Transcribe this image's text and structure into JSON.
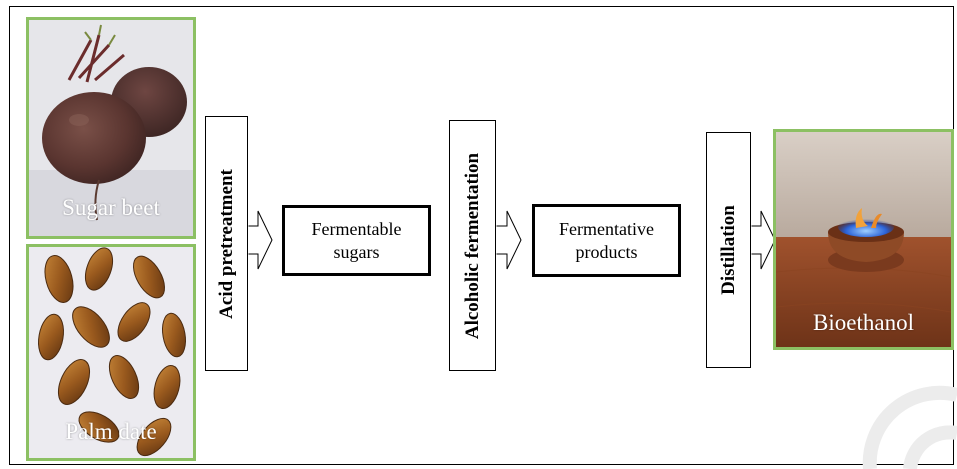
{
  "photos": {
    "sugar_beet": "Sugar beet",
    "palm_date": "Palm date",
    "bioethanol": "Bioethanol"
  },
  "steps": {
    "acid_pretreatment": "Acid pretreatment",
    "fermentable_sugars": {
      "line1": "Fermentable",
      "line2": "sugars"
    },
    "alcoholic_fermentation": "Alcoholic fermentation",
    "fermentative_products": {
      "line1": "Fermentative",
      "line2": "products"
    },
    "distillation": "Distillation"
  },
  "colors": {
    "photo_border": "#8cc063",
    "box_border": "#000000"
  }
}
